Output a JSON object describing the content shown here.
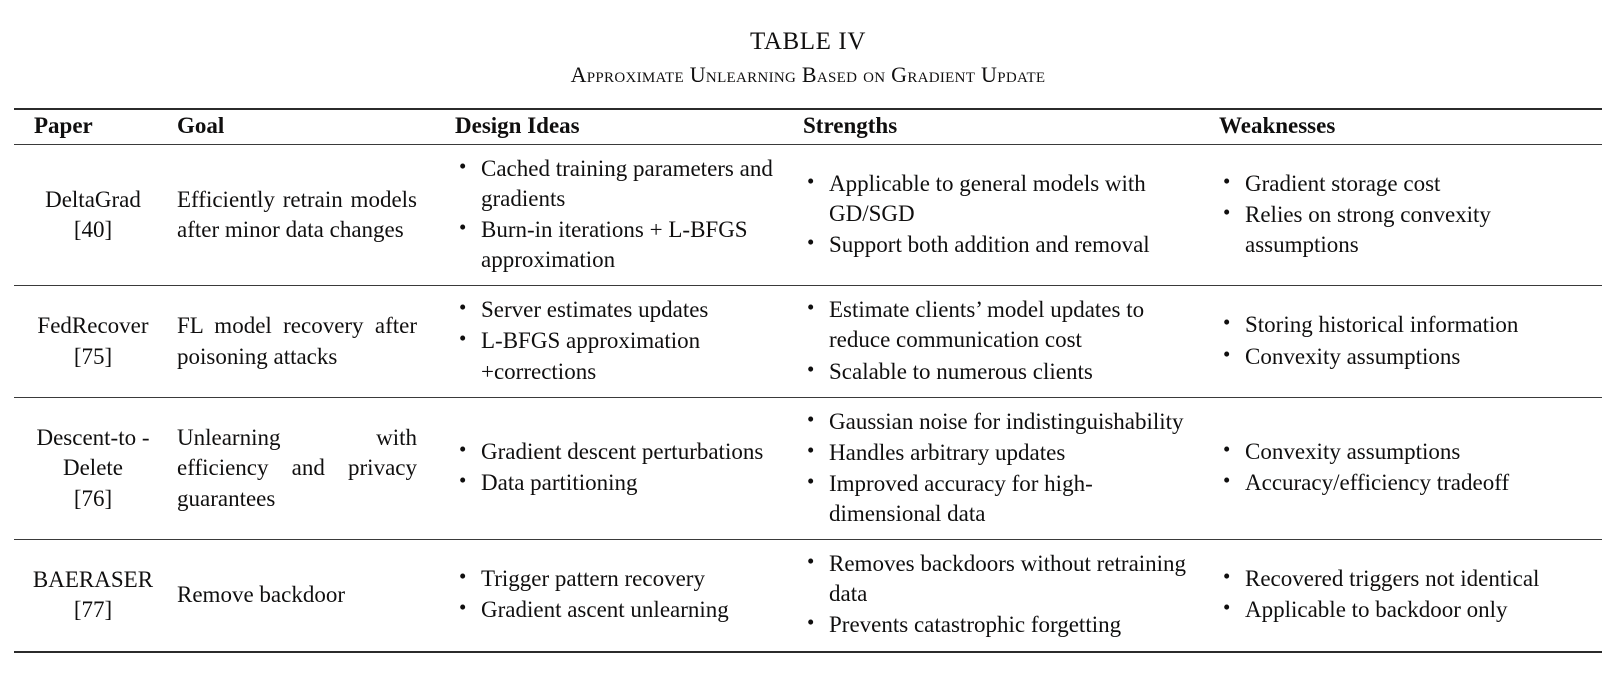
{
  "caption": {
    "number": "TABLE IV",
    "title": "Approximate Unlearning Based on Gradient Update"
  },
  "table": {
    "columns": [
      {
        "key": "paper",
        "label": "Paper"
      },
      {
        "key": "goal",
        "label": "Goal"
      },
      {
        "key": "design",
        "label": "Design Ideas"
      },
      {
        "key": "strengths",
        "label": "Strengths"
      },
      {
        "key": "weaknesses",
        "label": "Weaknesses"
      }
    ],
    "rows": [
      {
        "paper_name": "DeltaGrad",
        "paper_ref": "[40]",
        "goal": "Efficiently retrain models after minor data changes",
        "design": [
          "Cached training parameters and gradients",
          "Burn-in iterations + L-BFGS approximation"
        ],
        "strengths": [
          "Applicable to general models with GD/SGD",
          "Support both addition and removal"
        ],
        "weaknesses": [
          "Gradient storage cost",
          "Relies on strong convexity assumptions"
        ]
      },
      {
        "paper_name": "FedRecover",
        "paper_ref": "[75]",
        "goal": "FL model recovery after poisoning attacks",
        "design": [
          "Server estimates updates",
          "L-BFGS approximation +corrections"
        ],
        "strengths": [
          "Estimate clients’ model updates to reduce communication cost",
          "Scalable to numerous clients"
        ],
        "weaknesses": [
          "Storing historical information",
          "Convexity assumptions"
        ]
      },
      {
        "paper_name": "Descent-to -Delete",
        "paper_ref": "[76]",
        "goal": "Unlearning with efficiency and privacy guarantees",
        "design": [
          "Gradient descent perturbations",
          "Data partitioning"
        ],
        "strengths": [
          "Gaussian noise for indistinguishability",
          "Handles arbitrary updates",
          "Improved accuracy for high-dimensional data"
        ],
        "weaknesses": [
          "Convexity assumptions",
          "Accuracy/efficiency tradeoff"
        ]
      },
      {
        "paper_name": "BAERASER",
        "paper_ref": "[77]",
        "goal": "Remove backdoor",
        "design": [
          "Trigger pattern recovery",
          "Gradient ascent unlearning"
        ],
        "strengths": [
          "Removes backdoors without retraining data",
          "Prevents catastrophic forgetting"
        ],
        "weaknesses": [
          "Recovered triggers not identical",
          "Applicable to backdoor only"
        ]
      }
    ]
  }
}
